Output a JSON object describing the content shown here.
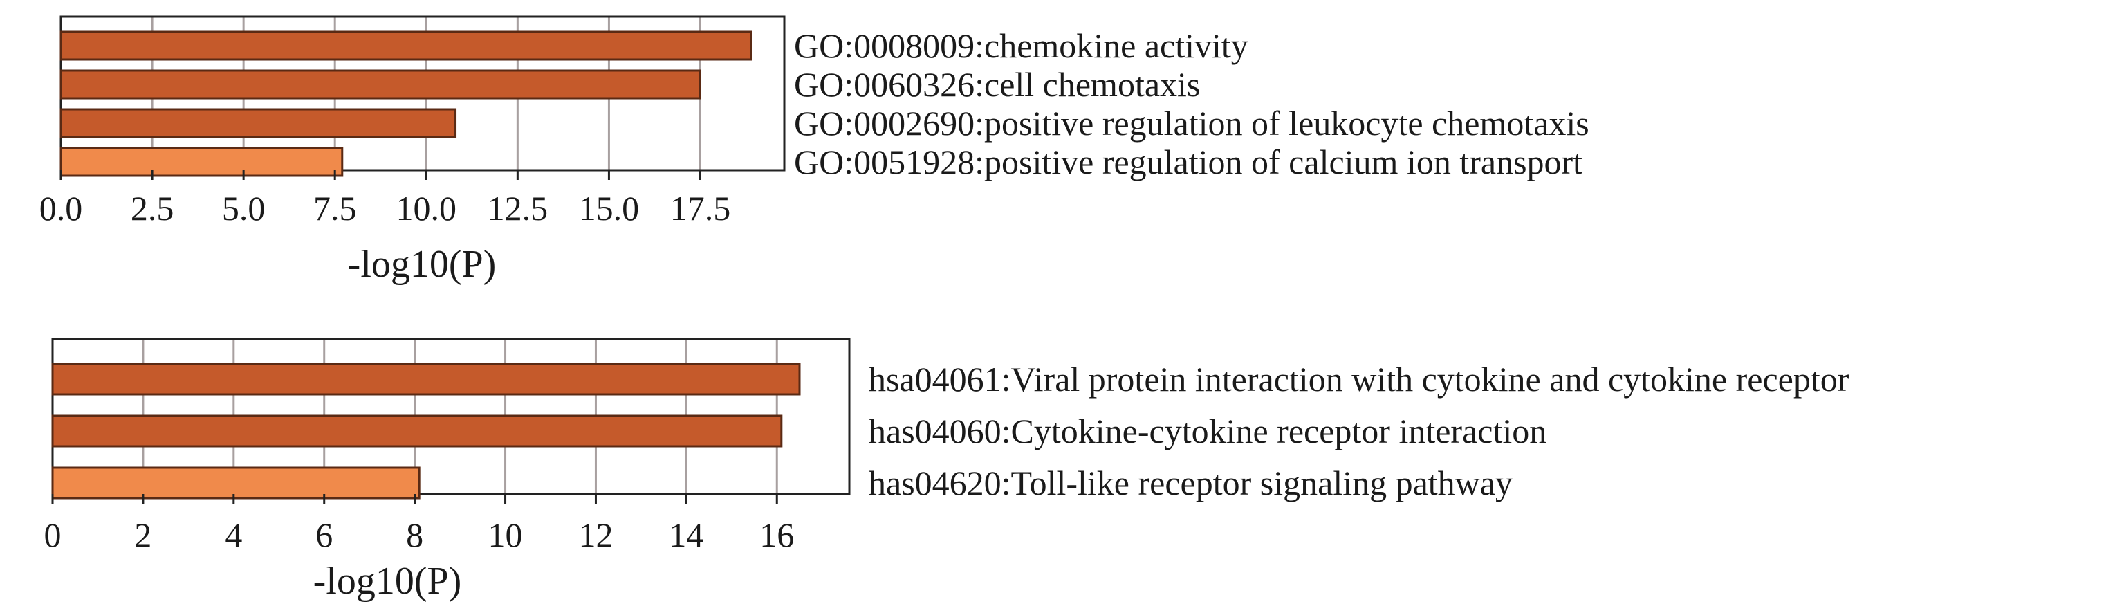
{
  "chart_data": [
    {
      "type": "bar",
      "orientation": "horizontal",
      "categories": [
        "GO:0008009:chemokine activity",
        "GO:0060326:cell chemotaxis",
        "GO:0002690:positive regulation of leukocyte chemotaxis",
        "GO:0051928:positive regulation of calcium ion transport"
      ],
      "values": [
        18.9,
        17.5,
        10.8,
        7.7
      ],
      "bar_colors": [
        "#c55a2b",
        "#c55a2b",
        "#c55a2b",
        "#f08a4b"
      ],
      "xticks": [
        0,
        2.5,
        5,
        7.5,
        10,
        12.5,
        15,
        17.5
      ],
      "xtick_labels": [
        "0.0",
        "2.5",
        "5.0",
        "7.5",
        "10.0",
        "12.5",
        "15.0",
        "17.5"
      ],
      "xlim": [
        0,
        19.8
      ],
      "xlabel": "-log10(P)",
      "grid": true,
      "title": ""
    },
    {
      "type": "bar",
      "orientation": "horizontal",
      "categories": [
        "hsa04061:Viral protein interaction with cytokine and cytokine receptor",
        "has04060:Cytokine-cytokine receptor interaction",
        "has04620:Toll-like receptor signaling pathway"
      ],
      "values": [
        16.5,
        16.1,
        8.1
      ],
      "bar_colors": [
        "#c55a2b",
        "#c55a2b",
        "#f08a4b"
      ],
      "xticks": [
        0,
        2,
        4,
        6,
        8,
        10,
        12,
        14,
        16
      ],
      "xtick_labels": [
        "0",
        "2",
        "4",
        "6",
        "8",
        "10",
        "12",
        "14",
        "16"
      ],
      "xlim": [
        0,
        17.6
      ],
      "xlabel": "-log10(P)",
      "grid": true,
      "title": ""
    }
  ],
  "colors": {
    "bar_stroke": "#5a2a14",
    "grid": "#a8a0a0",
    "axis": "#222222"
  }
}
